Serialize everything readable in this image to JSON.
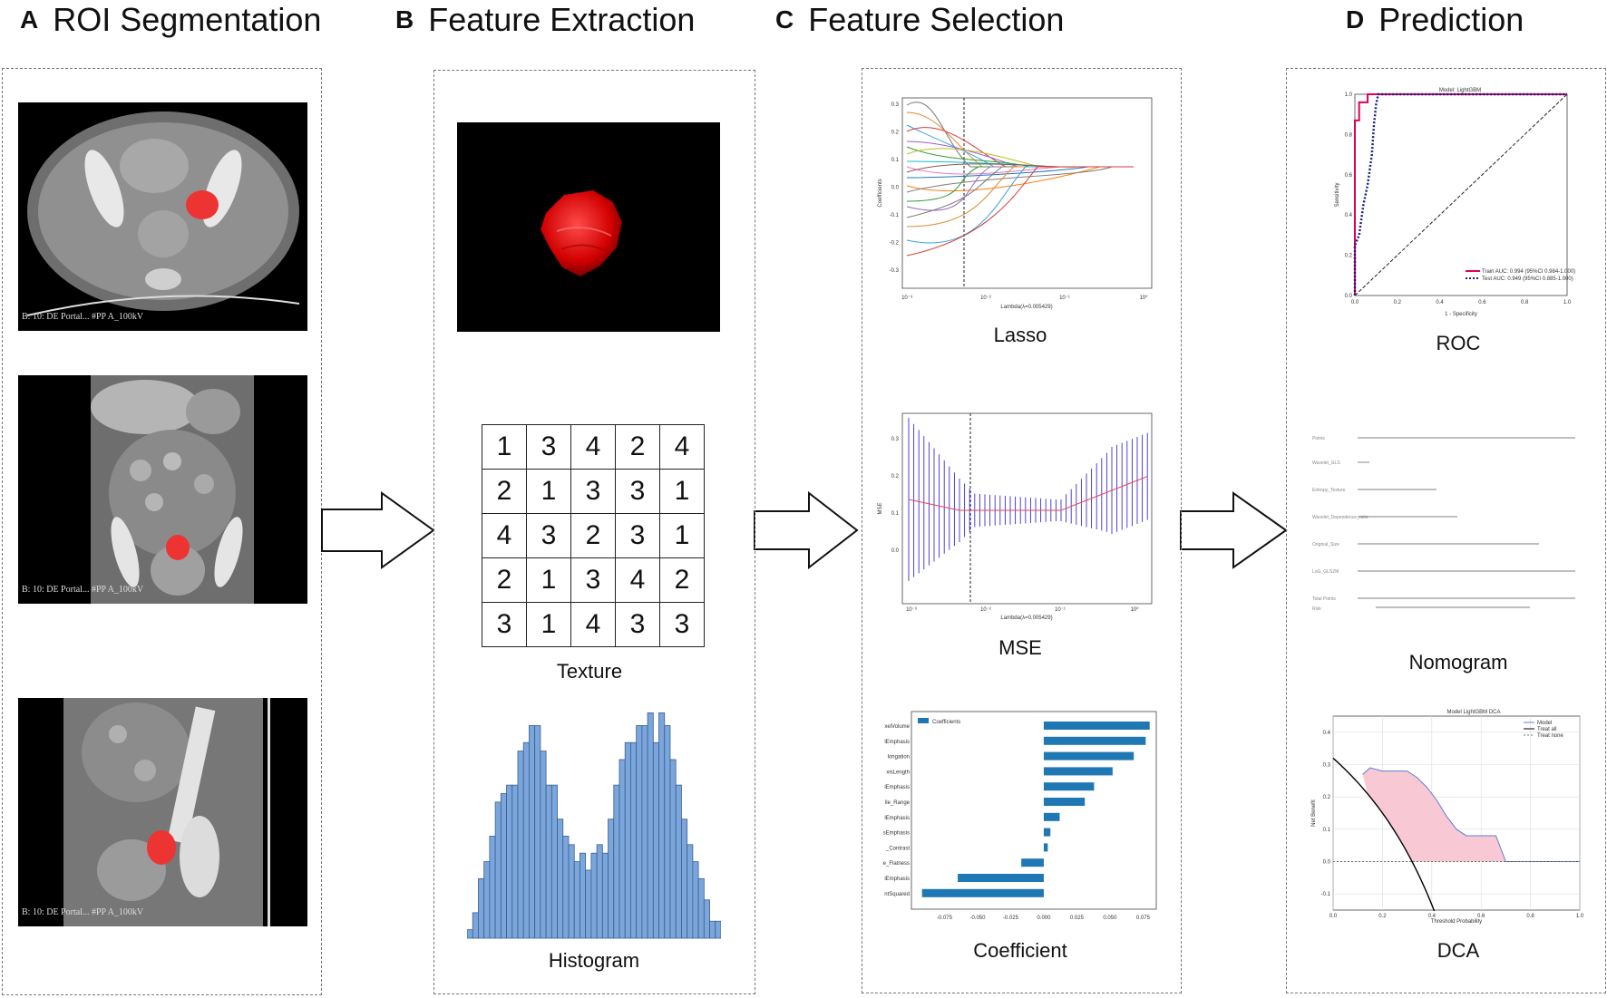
{
  "panels": {
    "a": {
      "letter": "A",
      "title": "ROI Segmentation",
      "caption": "B: 10: DE  Portal...  #PP  A_100kV"
    },
    "b": {
      "letter": "B",
      "title": "Feature Extraction",
      "texture_label": "Texture",
      "histogram_label": "Histogram",
      "texture_grid": [
        [
          1,
          3,
          4,
          2,
          4
        ],
        [
          2,
          1,
          3,
          3,
          1
        ],
        [
          4,
          3,
          2,
          3,
          1
        ],
        [
          2,
          1,
          3,
          4,
          2
        ],
        [
          3,
          1,
          4,
          3,
          3
        ]
      ]
    },
    "c": {
      "letter": "C",
      "title": "Feature Selection",
      "lasso_label": "Lasso",
      "mse_label": "MSE",
      "coef_label": "Coefficient"
    },
    "d": {
      "letter": "D",
      "title": "Prediction",
      "roc_label": "ROC",
      "nomogram_label": "Nomogram",
      "dca_label": "DCA"
    }
  },
  "chart_data": [
    {
      "type": "bar",
      "id": "histogram",
      "values": [
        2,
        6,
        14,
        18,
        24,
        32,
        34,
        36,
        36,
        44,
        46,
        50,
        50,
        44,
        36,
        36,
        28,
        24,
        22,
        18,
        20,
        16,
        20,
        22,
        20,
        28,
        36,
        42,
        46,
        46,
        50,
        50,
        53,
        46,
        53,
        50,
        42,
        36,
        28,
        22,
        18,
        14,
        9,
        4,
        4
      ]
    },
    {
      "type": "line",
      "id": "lasso",
      "xlabel": "Lambda(λ=0.005429)",
      "ylabel": "Coefficients",
      "y_ticks": [
        "0.3",
        "0.2",
        "0.1",
        "0.0",
        "-0.1",
        "-0.2",
        "-0.3"
      ],
      "x_ticks": [
        "10⁻³",
        "10⁻²",
        "10⁻¹",
        "10⁰"
      ]
    },
    {
      "type": "line",
      "id": "mse",
      "xlabel": "Lambda(λ=0.005429)",
      "ylabel": "MSE",
      "y_ticks": [
        "0.3",
        "0.2",
        "0.1",
        "0.0"
      ],
      "x_ticks": [
        "10⁻³",
        "10⁻²",
        "10⁻¹",
        "10⁰"
      ]
    },
    {
      "type": "bar",
      "id": "coefficients",
      "legend": "Coefficients",
      "categories": [
        "xelVolume",
        "lEmphasis",
        "longation",
        "xisLength",
        "lEmphasis",
        "lle_Range",
        "lEmphasis",
        "sEmphasis",
        "_Contrast",
        "e_Flatness",
        "lEmphasis",
        "ntSquared"
      ],
      "values": [
        0.08,
        0.077,
        0.068,
        0.052,
        0.038,
        0.031,
        0.012,
        0.005,
        0.003,
        -0.017,
        -0.065,
        -0.092
      ],
      "x_ticks": [
        "-0.075",
        "-0.050",
        "-0.025",
        "0.000",
        "0.025",
        "0.050",
        "0.075"
      ],
      "xlim": [
        -0.1,
        0.085
      ]
    },
    {
      "type": "line",
      "id": "roc",
      "title": "Model: LightGBM",
      "xlabel": "1 - Specificity",
      "ylabel": "Sensitivity",
      "legend": [
        "Train AUC: 0.994 (95%CI 0.984-1.000)",
        "Test AUC: 0.949 (95%CI 0.885-1.000)"
      ],
      "x_ticks": [
        "0.0",
        "0.2",
        "0.4",
        "0.6",
        "0.8",
        "1.0"
      ],
      "y_ticks": [
        "0.0",
        "0.2",
        "0.4",
        "0.6",
        "0.8",
        "1.0"
      ],
      "series": [
        {
          "name": "Train AUC: 0.994 (95%CI 0.984-1.000)",
          "x": [
            0,
            0,
            0.02,
            0.02,
            0.06,
            0.06,
            1
          ],
          "y": [
            0,
            0.87,
            0.87,
            0.96,
            0.96,
            1,
            1
          ]
        },
        {
          "name": "Test AUC: 0.949 (95%CI 0.885-1.000)",
          "x": [
            0,
            0,
            0.02,
            0.04,
            0.06,
            0.08,
            0.09,
            0.1,
            0.11,
            1
          ],
          "y": [
            0,
            0.25,
            0.3,
            0.45,
            0.55,
            0.7,
            0.85,
            0.95,
            1,
            1
          ]
        }
      ]
    },
    {
      "type": "line",
      "id": "dca",
      "title": "Model LightGBM DCA",
      "xlabel": "Threshold Probability",
      "ylabel": "Net Benefit",
      "legend": [
        "Model",
        "Treat all",
        "Treat none"
      ],
      "x_ticks": [
        "0.0",
        "0.2",
        "0.4",
        "0.6",
        "0.8",
        "1.0"
      ],
      "y_ticks": [
        "0.4",
        "0.3",
        "0.2",
        "0.1",
        "0.0",
        "-0.1"
      ],
      "xlim": [
        0,
        1
      ],
      "ylim": [
        -0.15,
        0.45
      ]
    }
  ]
}
